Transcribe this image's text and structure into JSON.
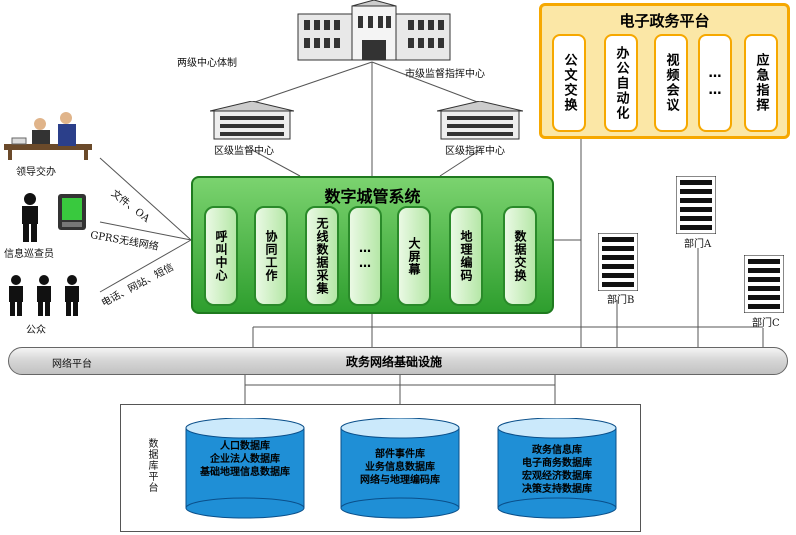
{
  "egov": {
    "title": "电子政务平台",
    "items": [
      "公文交换",
      "办公自动化",
      "视频会议",
      "……",
      "应急指挥"
    ]
  },
  "center": {
    "system_label": "两级中心体制",
    "city_center": "市级监督指挥中心",
    "district_supervision": "区级监督中心",
    "district_command": "区级指挥中心"
  },
  "city_system": {
    "title": "数字城管系统",
    "items": [
      "呼叫中心",
      "协同工作",
      "无线数据采集",
      "……",
      "大屏幕",
      "地理编码",
      "数据交换"
    ]
  },
  "actors": {
    "leader": "领导交办",
    "inspector": "信息巡查员",
    "public": "公众"
  },
  "channels": {
    "file_oa": "文件、OA",
    "gprs": "GPRS无线网络",
    "phone": "电话、网站、短信"
  },
  "departments": [
    "部门A",
    "部门B",
    "部门C"
  ],
  "network": {
    "platform_label": "网络平台",
    "infrastructure": "政务网络基础设施"
  },
  "database": {
    "platform_label": "数据库平台",
    "db1": [
      "人口数据库",
      "企业法人数据库",
      "基础地理信息数据库"
    ],
    "db2": [
      "部件事件库",
      "业务信息数据库",
      "网络与地理编码库"
    ],
    "db3": [
      "政务信息库",
      "电子商务数据库",
      "宏观经济数据库",
      "决策支持数据库"
    ]
  },
  "colors": {
    "egov_border": "#f6a800",
    "egov_fill": "#fbe7a6",
    "city_green": "#2e9e2e",
    "db_blue": "#1f8fd6"
  }
}
